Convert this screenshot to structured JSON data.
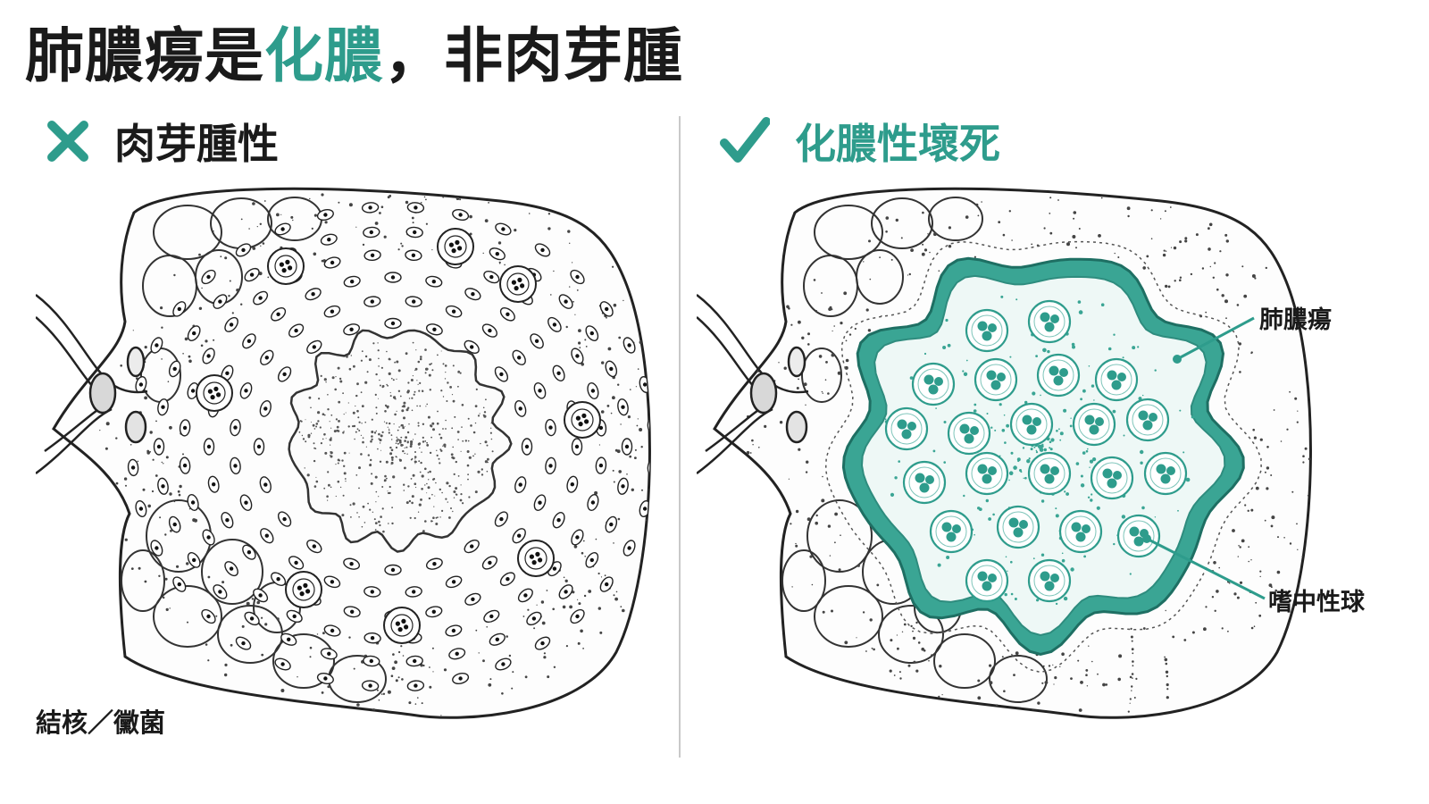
{
  "title": {
    "part1": "肺膿瘍是",
    "highlight": "化膿",
    "part2": "，非肉芽腫"
  },
  "panels": [
    {
      "heading": "肉芽腫性",
      "mark": "x-mark",
      "footnote": "結核／黴菌"
    },
    {
      "heading": "化膿性壞死",
      "mark": "check-mark",
      "callouts": [
        "肺膿瘍",
        "嗜中性球"
      ]
    }
  ],
  "colors": {
    "accent": "#2e9c8c",
    "ink": "#1a1a1a",
    "divider": "#c9c9c9"
  }
}
